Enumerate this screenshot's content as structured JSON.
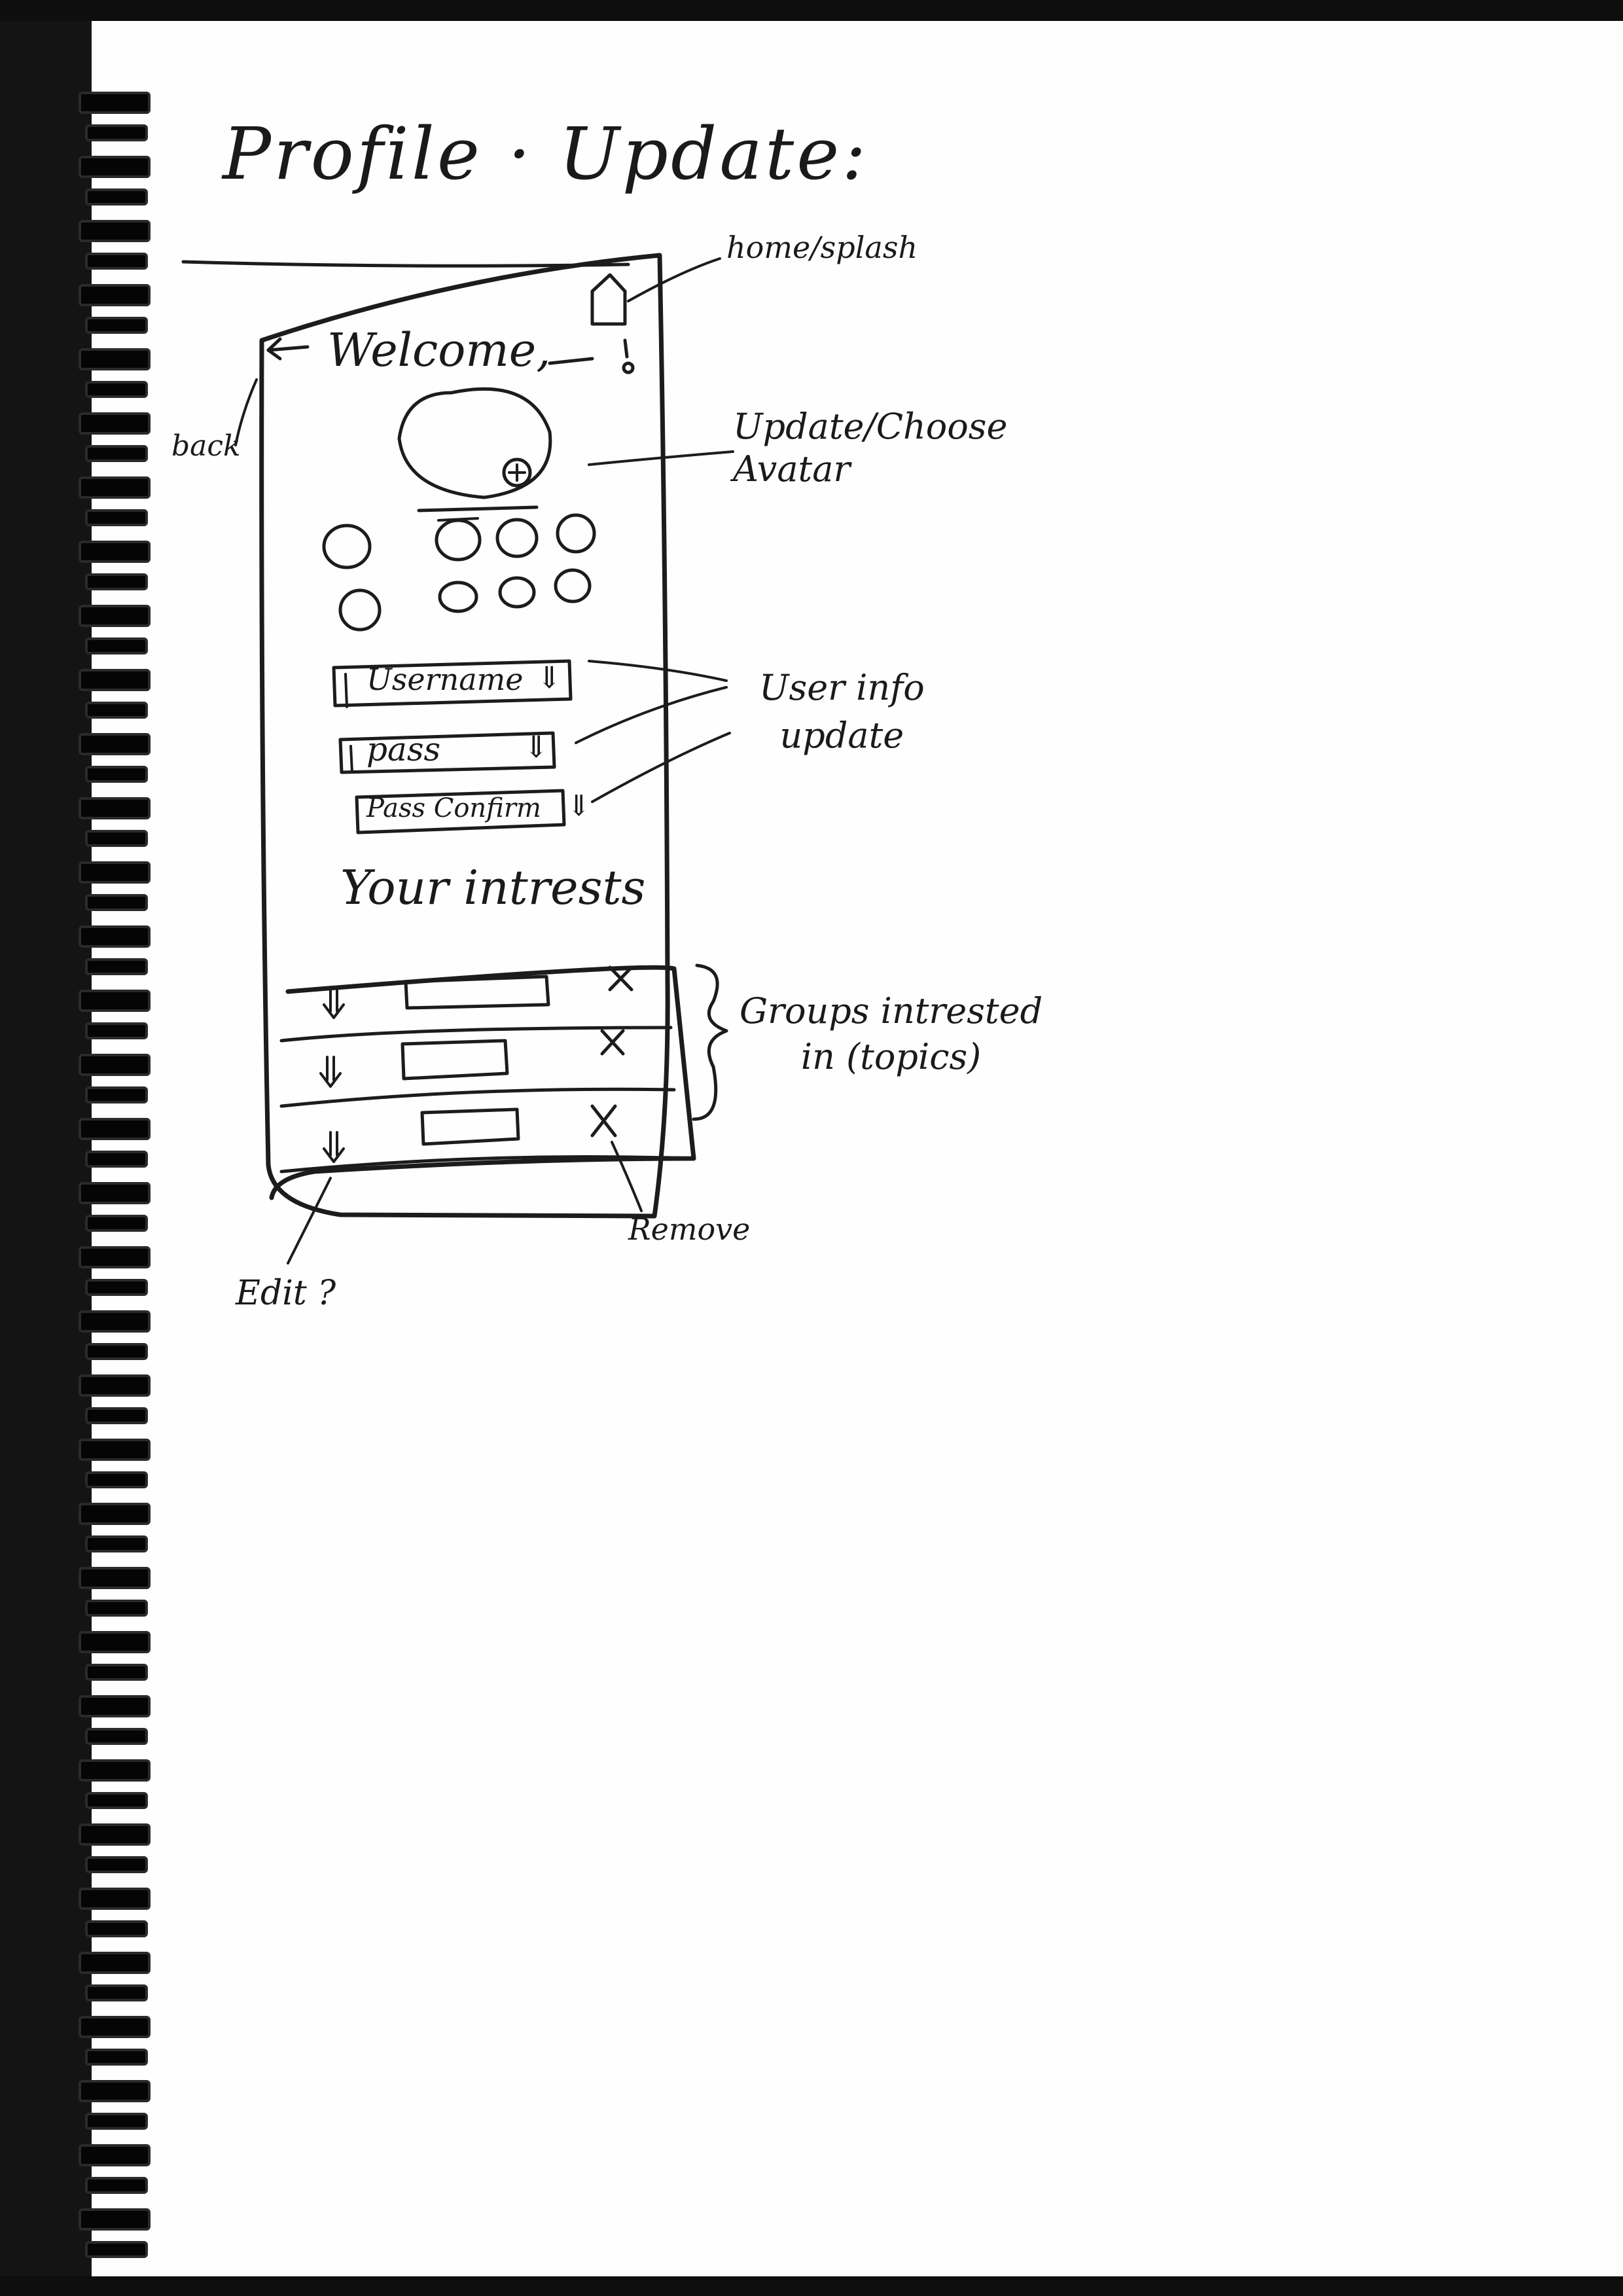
{
  "title": "Profile · Update:",
  "annotations": {
    "home": "home/splash",
    "back": "back",
    "avatar": "Update/Choose\nAvatar",
    "user_info": "User info\nupdate",
    "groups": "Groups intrested\nin (topics)",
    "remove": "Remove",
    "edit": "Edit ?"
  },
  "phone": {
    "back_icon": "arrow-left-icon",
    "home_icon": "house-icon",
    "welcome": "Welcome,",
    "fields": [
      {
        "label": "Username",
        "icon": "double-arrow-down-icon"
      },
      {
        "label": "pass",
        "icon": "double-arrow-down-icon"
      },
      {
        "label": "Pass Confirm",
        "icon": "double-arrow-down-icon"
      }
    ],
    "interests_heading": "Your intrests",
    "interest_rows": [
      {
        "expand_icon": "double-arrow-down-icon",
        "remove": "X"
      },
      {
        "expand_icon": "double-arrow-down-icon",
        "remove": "X"
      },
      {
        "expand_icon": "double-arrow-down-icon",
        "remove": "X"
      }
    ]
  }
}
